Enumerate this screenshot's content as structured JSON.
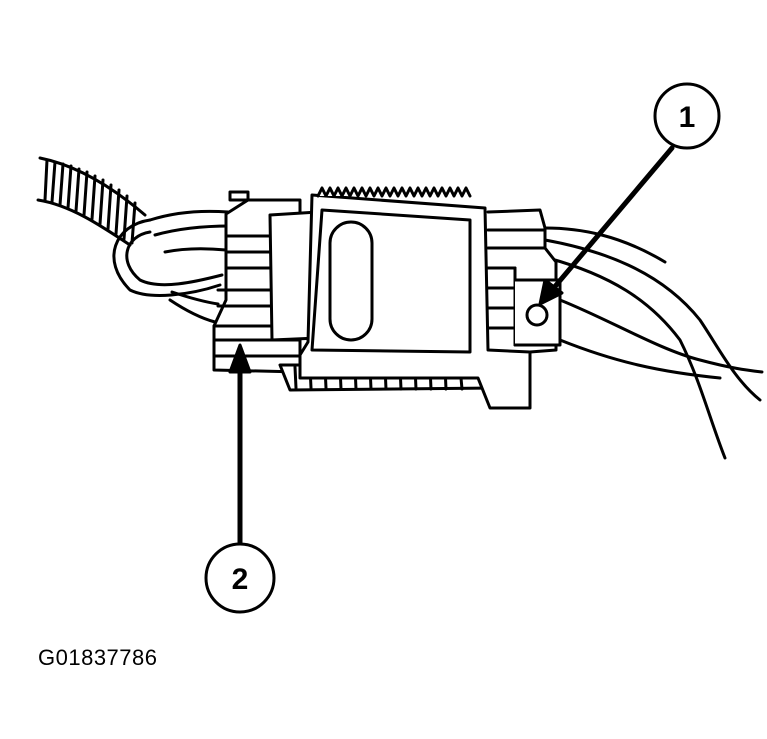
{
  "diagram": {
    "callouts": [
      {
        "number": "1"
      },
      {
        "number": "2"
      }
    ],
    "figure_id": "G01837786"
  }
}
